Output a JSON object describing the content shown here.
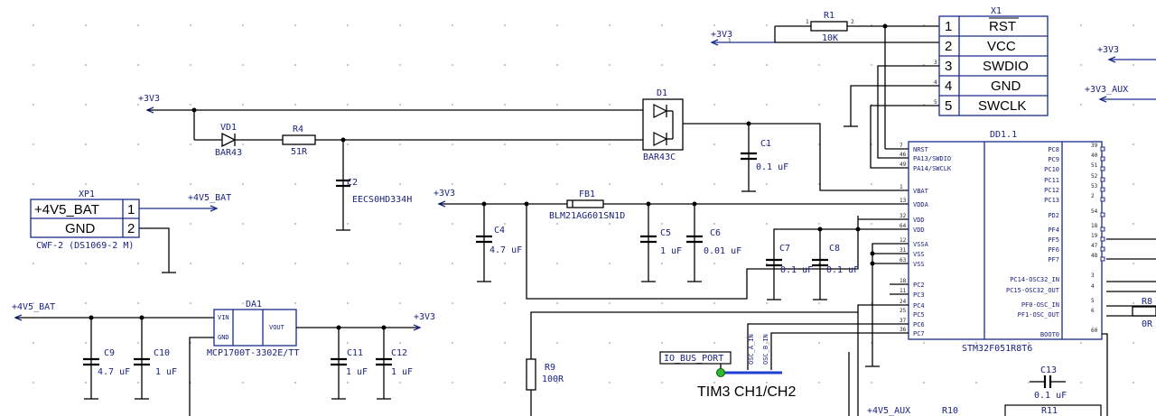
{
  "nets": {
    "p3v3_a": "+3V3",
    "p3v3_b": "+3V3",
    "p3v3_c": "+3V3",
    "p3v3_d": "+3V3",
    "p3v3_e": "+3V3",
    "p3v3_aux": "+3V3_AUX",
    "p4v5_bat_a": "+4V5_BAT",
    "p4v5_bat_b": "+4V5_BAT",
    "p4v5_aux": "+4V5_AUX"
  },
  "parts": {
    "r1": {
      "ref": "R1",
      "value": "10K"
    },
    "r4": {
      "ref": "R4",
      "value": "51R"
    },
    "r9": {
      "ref": "R9",
      "value": "100R"
    },
    "r8": {
      "ref": "R8",
      "value": "0R"
    },
    "r10": {
      "ref": "R10"
    },
    "r11": {
      "ref": "R11"
    },
    "vd1": {
      "ref": "VD1",
      "value": "BAR43"
    },
    "d1": {
      "ref": "D1",
      "value": "BAR43C"
    },
    "c1": {
      "ref": "C1",
      "value": "0.1 uF"
    },
    "c2": {
      "ref": "C2",
      "value": "EECS0HD334H"
    },
    "c4": {
      "ref": "C4",
      "value": "4.7 uF"
    },
    "c5": {
      "ref": "C5",
      "value": "1 uF"
    },
    "c6": {
      "ref": "C6",
      "value": "0.01 uF"
    },
    "c7": {
      "ref": "C7",
      "value": "0.1 uF"
    },
    "c8": {
      "ref": "C8",
      "value": "0.1 uF"
    },
    "c9": {
      "ref": "C9",
      "value": "4.7 uF"
    },
    "c10": {
      "ref": "C10",
      "value": "1 uF"
    },
    "c11": {
      "ref": "C11",
      "value": "1 uF"
    },
    "c12": {
      "ref": "C12",
      "value": "1 uF"
    },
    "c13": {
      "ref": "C13",
      "value": "0.1 uF"
    },
    "fb1": {
      "ref": "FB1",
      "value": "BLM21AG601SN1D"
    },
    "da1": {
      "ref": "DA1",
      "value": "MCP1700T-3302E/TT",
      "pins": [
        "VIN",
        "GND",
        "VOUT"
      ]
    },
    "xp1": {
      "ref": "XP1",
      "value": "CWF-2 (DS1069-2 M)",
      "rows": [
        {
          "num": "1",
          "name": "+4V5_BAT"
        },
        {
          "num": "2",
          "name": "GND"
        }
      ]
    },
    "x1": {
      "ref": "X1",
      "rows": [
        {
          "num": "1",
          "name": "RST"
        },
        {
          "num": "2",
          "name": "VCC"
        },
        {
          "num": "3",
          "name": "SWDIO"
        },
        {
          "num": "4",
          "name": "GND"
        },
        {
          "num": "5",
          "name": "SWCLK"
        }
      ]
    },
    "dd11": {
      "ref": "DD1.1",
      "value": "STM32F051R8T6",
      "left_pins": [
        {
          "num": "7",
          "name": "NRST"
        },
        {
          "num": "46",
          "name": "PA13/SWDIO"
        },
        {
          "num": "49",
          "name": "PA14/SWCLK"
        },
        {
          "num": "1",
          "name": "VBAT"
        },
        {
          "num": "13",
          "name": "VDDA"
        },
        {
          "num": "32",
          "name": "VDD"
        },
        {
          "num": "64",
          "name": "VDD"
        },
        {
          "num": "12",
          "name": "VSSA"
        },
        {
          "num": "31",
          "name": "VSS"
        },
        {
          "num": "63",
          "name": "VSS"
        },
        {
          "num": "18",
          "name": "PC2"
        },
        {
          "num": "11",
          "name": "PC3"
        },
        {
          "num": "24",
          "name": "PC4"
        },
        {
          "num": "25",
          "name": "PC5"
        },
        {
          "num": "37",
          "name": "PC6"
        },
        {
          "num": "36",
          "name": "PC7"
        }
      ],
      "right_pins": [
        {
          "num": "39",
          "name": "PC8"
        },
        {
          "num": "40",
          "name": "PC9"
        },
        {
          "num": "51",
          "name": "PC10"
        },
        {
          "num": "52",
          "name": "PC11"
        },
        {
          "num": "53",
          "name": "PC12"
        },
        {
          "num": "2",
          "name": "PC13"
        },
        {
          "num": "54",
          "name": "PD2"
        },
        {
          "num": "18",
          "name": "PF4"
        },
        {
          "num": "19",
          "name": "PF5"
        },
        {
          "num": "47",
          "name": "PF6"
        },
        {
          "num": "48",
          "name": "PF7"
        },
        {
          "num": "3",
          "name": "PC14-OSC32_IN"
        },
        {
          "num": "4",
          "name": "PC15-OSC32_OUT"
        },
        {
          "num": "5",
          "name": "PF0-OSC_IN"
        },
        {
          "num": "6",
          "name": "PF1-OSC_OUT"
        },
        {
          "num": "60",
          "name": "BOOT0"
        }
      ]
    }
  },
  "bus": {
    "port": "IO_BUS_PORT",
    "net_a": "OSC_A_IN",
    "net_b": "OSC_B_IN",
    "label": "TIM3  CH1/CH2"
  },
  "colors": {
    "wire": "#000000",
    "text": "#1a237e",
    "bus": "#1f3fd4",
    "port_dot": "#2db82d"
  }
}
